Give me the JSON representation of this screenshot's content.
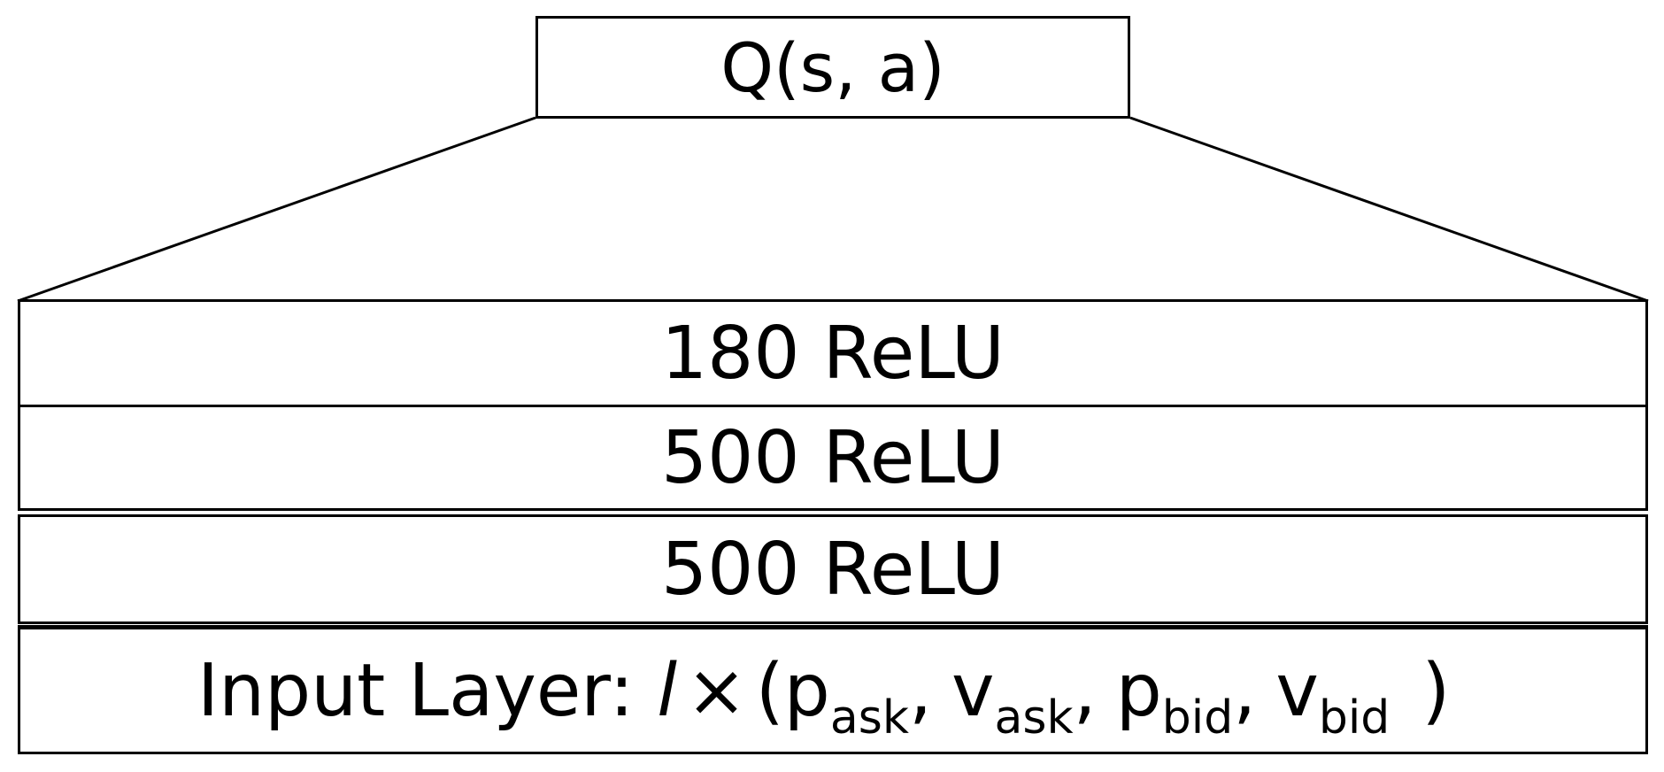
{
  "output": {
    "label": "Q(s, a)"
  },
  "layers": [
    {
      "label": "180 ReLU"
    },
    {
      "label": "500 ReLU"
    },
    {
      "label": "500 ReLU"
    }
  ],
  "input_layer": {
    "prefix": "Input Layer: ",
    "multiplier": "l",
    "times": "×",
    "open_paren": "(",
    "terms": [
      {
        "symbol": "p",
        "subscript": "ask"
      },
      {
        "symbol": "v",
        "subscript": "ask"
      },
      {
        "symbol": "p",
        "subscript": "bid"
      },
      {
        "symbol": "v",
        "subscript": "bid"
      }
    ],
    "separator": ",",
    "close_paren": ")"
  }
}
